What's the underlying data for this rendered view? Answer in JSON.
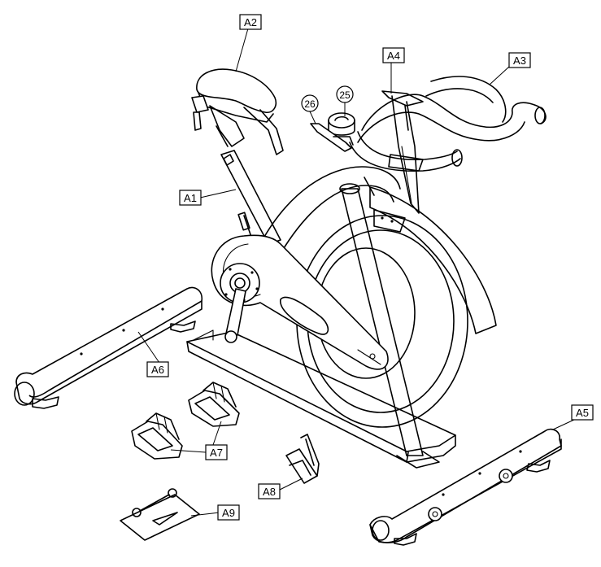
{
  "labels": {
    "A1": "A1",
    "A2": "A2",
    "A3": "A3",
    "A4": "A4",
    "A5": "A5",
    "A6": "A6",
    "A7": "A7",
    "A8": "A8",
    "A9": "A9",
    "p25": "25",
    "p26": "26"
  },
  "colors": {
    "line": "#000000",
    "background": "#ffffff"
  }
}
